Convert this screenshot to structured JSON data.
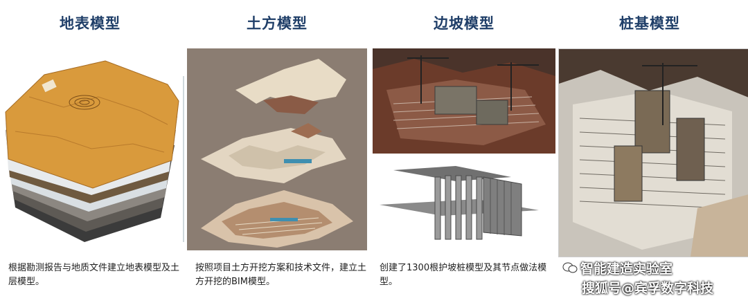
{
  "columns": [
    {
      "title": "地表模型",
      "caption": "根据勘测报告与地质文件建立地表模型及土层模型。"
    },
    {
      "title": "土方模型",
      "caption": "按照项目土方开挖方案和技术文件，建立土方开挖的BIM模型。"
    },
    {
      "title": "边坡模型",
      "caption": "创建了1300根护坡桩模型及其节点做法模型。"
    },
    {
      "title": "桩基模型",
      "caption": ""
    }
  ],
  "watermark": {
    "line1": "智能建造实验室",
    "line2": "搜狐号@宾孚数字科技",
    "icon": "wechat-icon"
  },
  "colors": {
    "title": "#1f3e68",
    "earthwork_bg": "#8b7d72",
    "terrain_top": "#d99a3c"
  }
}
